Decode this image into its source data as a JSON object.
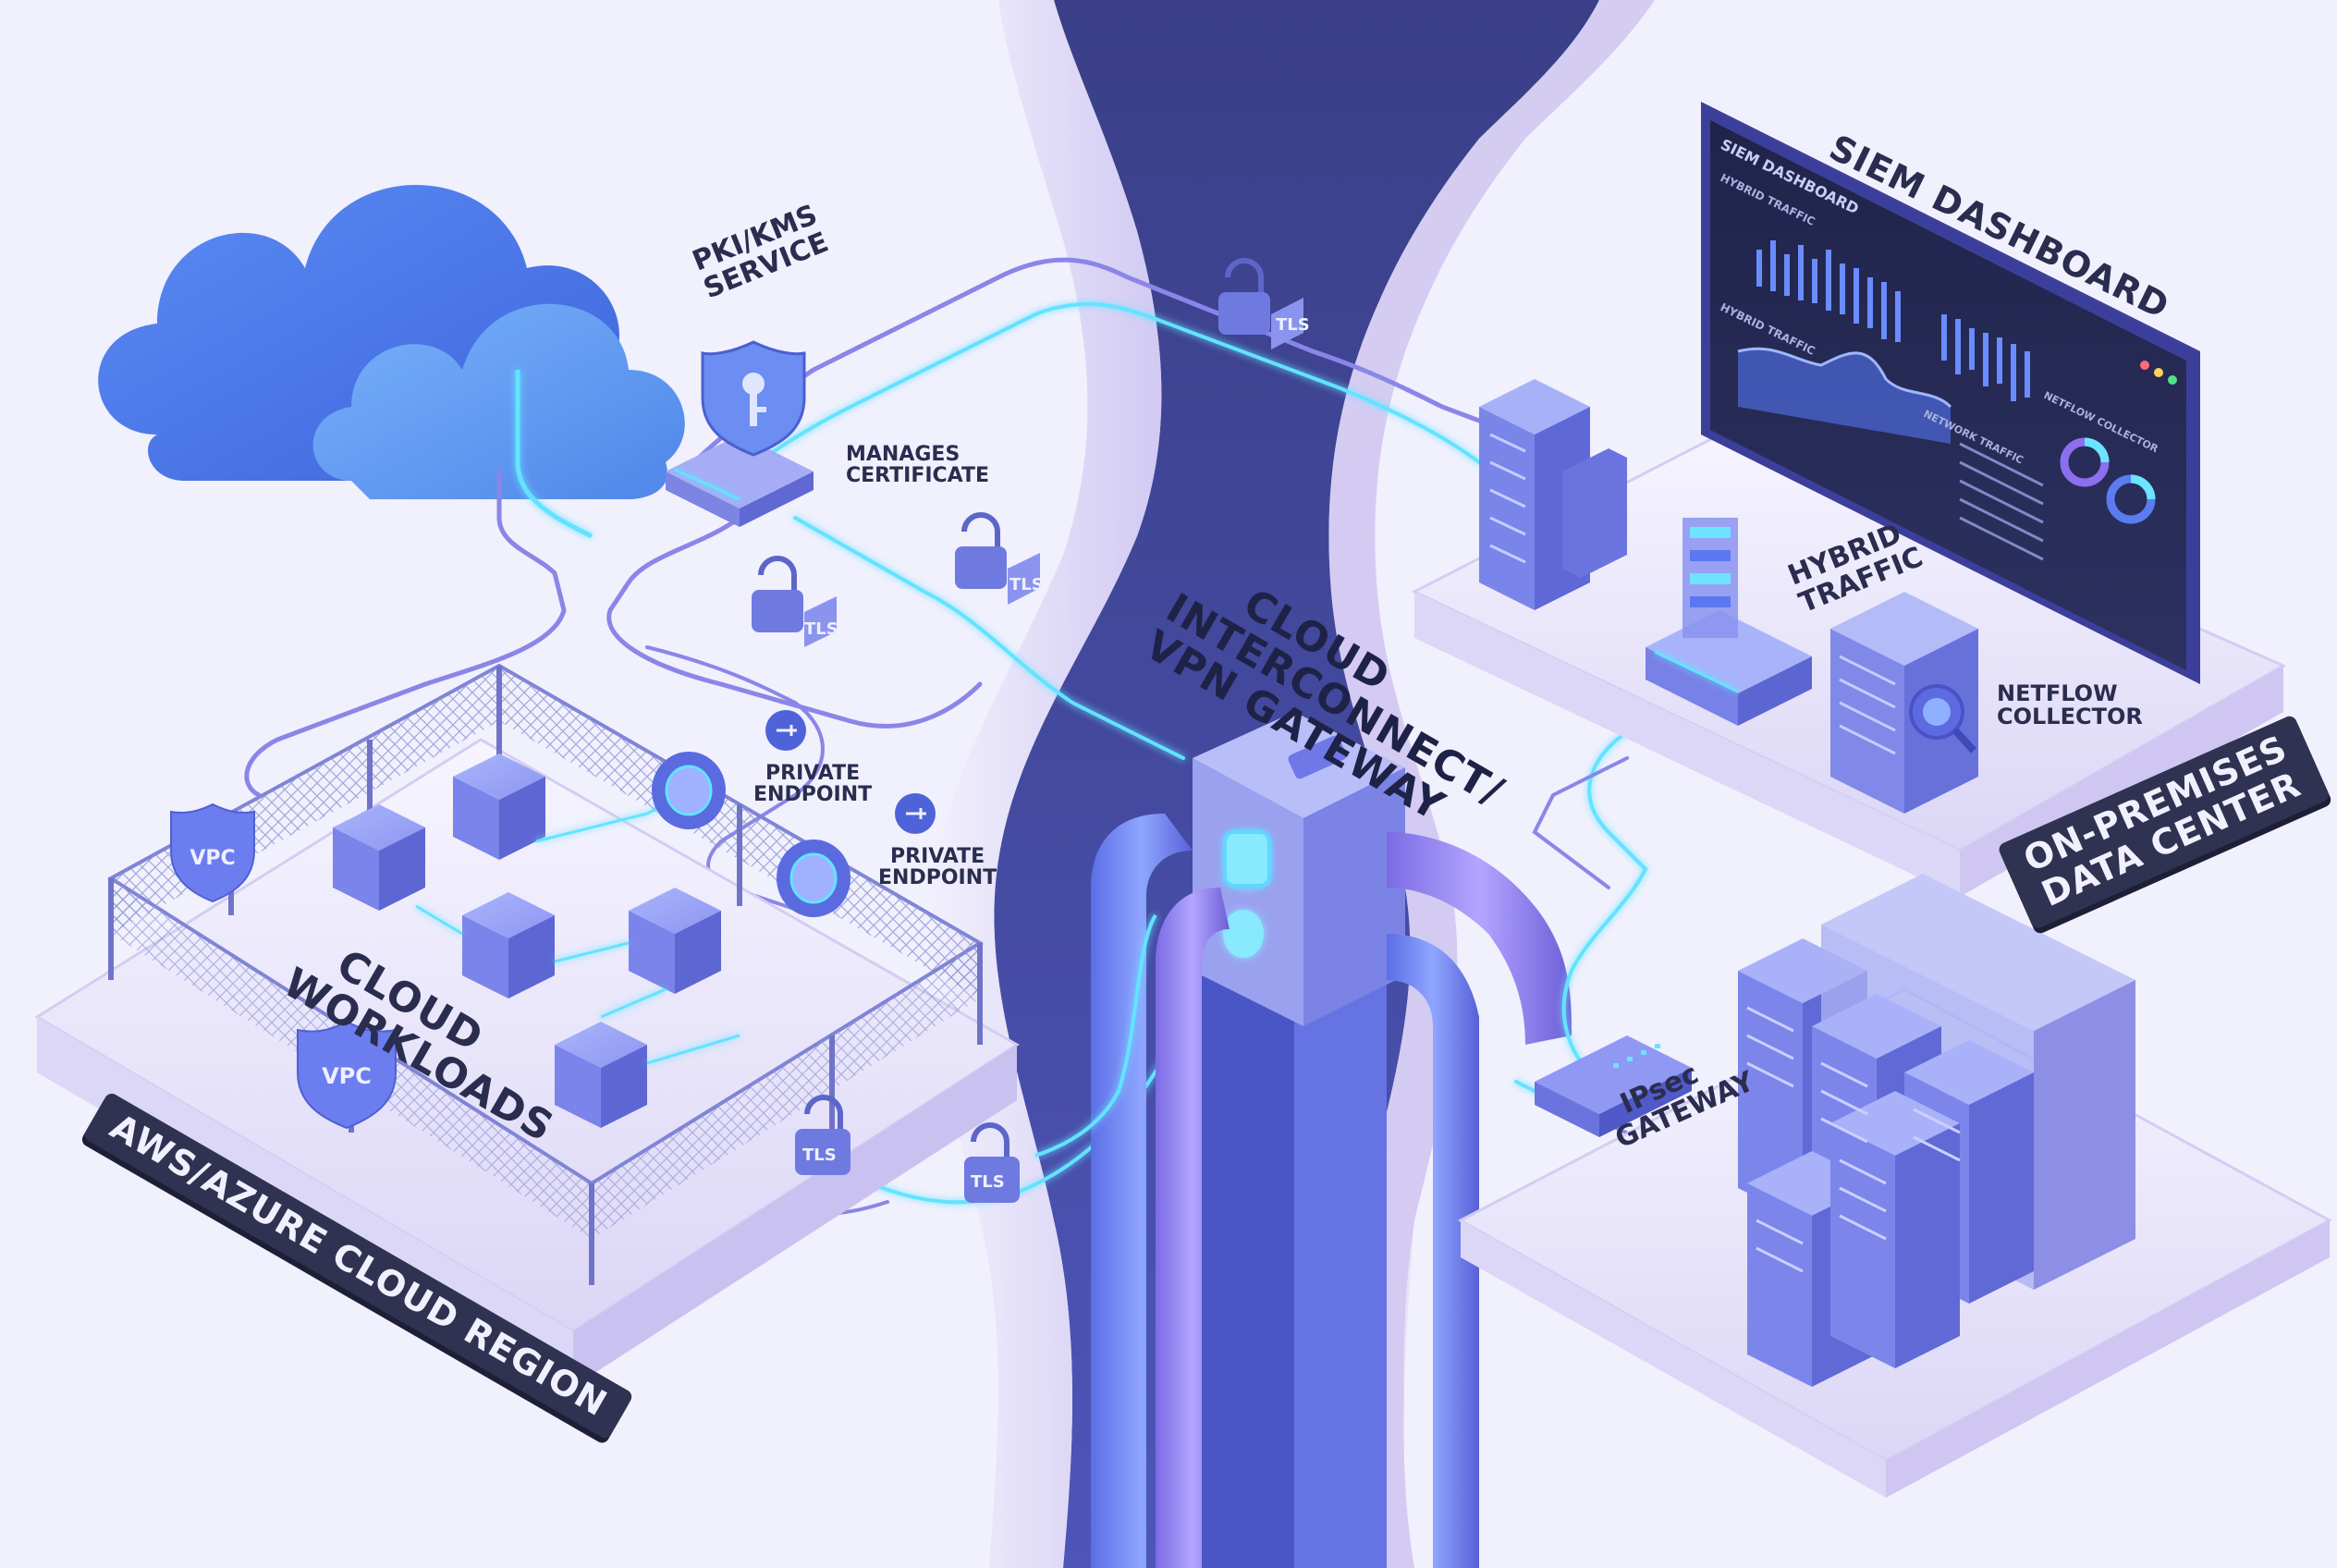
{
  "cloud_region": {
    "plate": "AWS/AZURE CLOUD REGION",
    "workloads": [
      "CLOUD",
      "WORKLOADS"
    ],
    "vpc_badge": "VPC"
  },
  "pki": {
    "title": [
      "PKI/KMS",
      "SERVICE"
    ],
    "note": [
      "MANAGES",
      "CERTIFICATE"
    ]
  },
  "endpoints": {
    "a": [
      "PRIVATE",
      "ENDPOINT"
    ],
    "b": [
      "PRIVATE",
      "ENDPOINT"
    ]
  },
  "tls_label": "TLS",
  "interconnect": [
    "CLOUD",
    "INTERCONNECT/",
    "VPN GATEWAY"
  ],
  "onprem": {
    "plate": [
      "ON-PREMISES",
      "DATA CENTER"
    ],
    "hybrid": [
      "HYBRID",
      "TRAFFIC"
    ],
    "netflow": [
      "NETFLOW",
      "COLLECTOR"
    ],
    "ipsec": [
      "IPsec",
      "GATEWAY"
    ]
  },
  "siem": {
    "title": "SIEM DASHBOARD",
    "screen_title": "SIEM DASHBOARD",
    "panel_hybrid": "HYBRID TRAFFIC",
    "panel_hybrid2": "HYBRID TRAFFIC",
    "panel_netflow": "NETFLOW COLLECTOR",
    "panel_network": "NETWORK TRAFFIC"
  },
  "colors": {
    "accent": "#4f7cf0",
    "glow": "#63e3ff",
    "chasm": "#3b4394",
    "purple": "#7d6ee8"
  }
}
